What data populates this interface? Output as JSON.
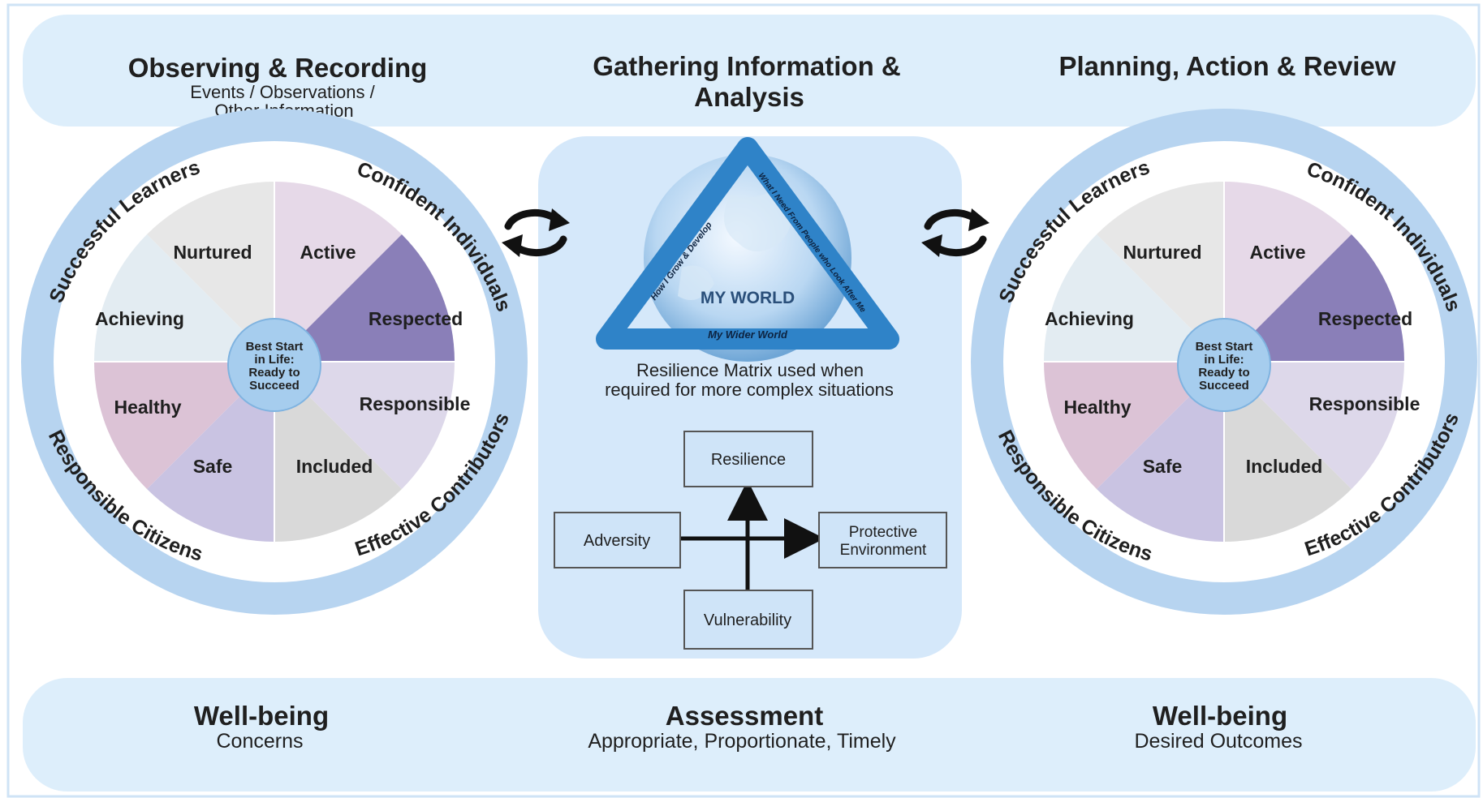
{
  "top_band": {
    "col1": {
      "title": "Observing & Recording",
      "sub1": "Events / Observations /",
      "sub2": "Other Information"
    },
    "col2": {
      "title1": "Gathering Information &",
      "title2": "Analysis"
    },
    "col3": {
      "title": "Planning, Action & Review"
    }
  },
  "bottom_band": {
    "col1": {
      "title": "Well-being",
      "sub": "Concerns"
    },
    "col2": {
      "title": "Assessment",
      "sub": "Appropriate, Proportionate, Timely"
    },
    "col3": {
      "title": "Well-being",
      "sub": "Desired Outcomes"
    }
  },
  "wheel": {
    "segments": [
      "Nurtured",
      "Active",
      "Respected",
      "Responsible",
      "Included",
      "Safe",
      "Healthy",
      "Achieving"
    ],
    "center": [
      "Best Start",
      "in Life:",
      "Ready to",
      "Succeed"
    ],
    "rim": {
      "successful": "Successful Learners",
      "confident": "Confident Individuals",
      "responsible": "Responsible Citizens",
      "effective": "Effective Contributors"
    }
  },
  "my_world": {
    "center": "MY WORLD",
    "bottom": "My Wider World",
    "left": "How I Grow & Develop",
    "right": "What I Need From People who Look After Me"
  },
  "matrix": {
    "caption1": "Resilience Matrix used when",
    "caption2": "required for more complex situations",
    "resilience": "Resilience",
    "adversity": "Adversity",
    "protective1": "Protective",
    "protective2": "Environment",
    "vulnerability": "Vulnerability"
  },
  "colors": {
    "band": "#ddeefb",
    "rim": "#b7d4f0",
    "nurtured": "#e7e7e7",
    "active": "#e6d9e8",
    "respected": "#8a7fb8",
    "responsible": "#ddd8ea",
    "included": "#d9d9d9",
    "safe": "#c9c3e2",
    "healthy": "#dcc3d6",
    "achieving": "#e3ecf2",
    "hub": "#a6cdee",
    "triangle": "#2f83c8",
    "box": "#cfe4f8"
  }
}
